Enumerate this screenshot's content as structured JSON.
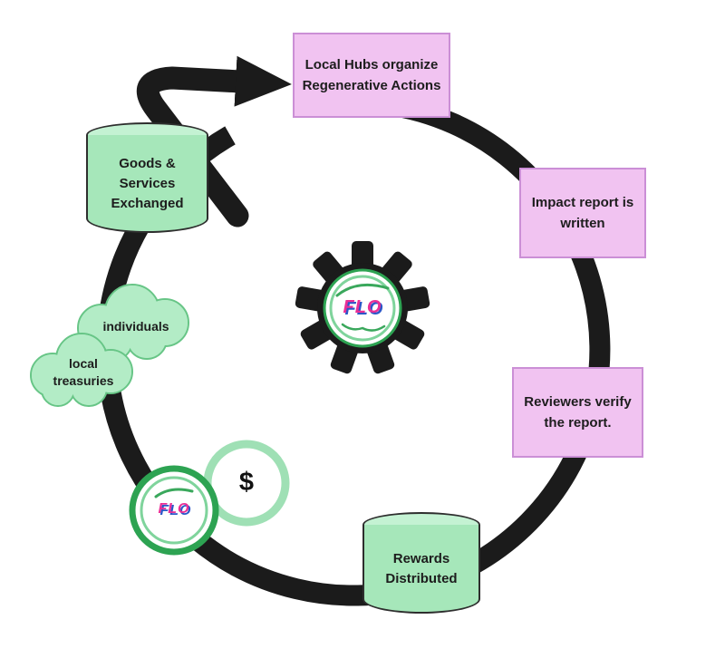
{
  "nodes": {
    "local_hubs": "Local Hubs organize Regenerative Actions",
    "impact_report": "Impact report is written",
    "reviewers": "Reviewers verify the report.",
    "rewards": "Rewards Distributed",
    "goods_services": "Goods & Services Exchanged",
    "individuals": "individuals",
    "local_treasuries": "local treasuries"
  },
  "logo": {
    "gear_text": "FLO",
    "coin_text": "FLO",
    "dollar": "$"
  },
  "colors": {
    "green_fill": "#a6e7ba",
    "green_light": "#c4f2d3",
    "cloud_green": "#b3ecc6",
    "cloud_edge": "#67c586",
    "pink_fill": "#f1c3f1",
    "pink_border": "#cb8fd6",
    "ink": "#1b1b1b",
    "flo_pink": "#ea2e96",
    "flo_blue": "#2b57c8",
    "coin_green": "#2da352",
    "coin_green_light": "#7fd49c",
    "dollar_ring": "#9fe0b5",
    "leaf_green": "#3aa85c"
  }
}
